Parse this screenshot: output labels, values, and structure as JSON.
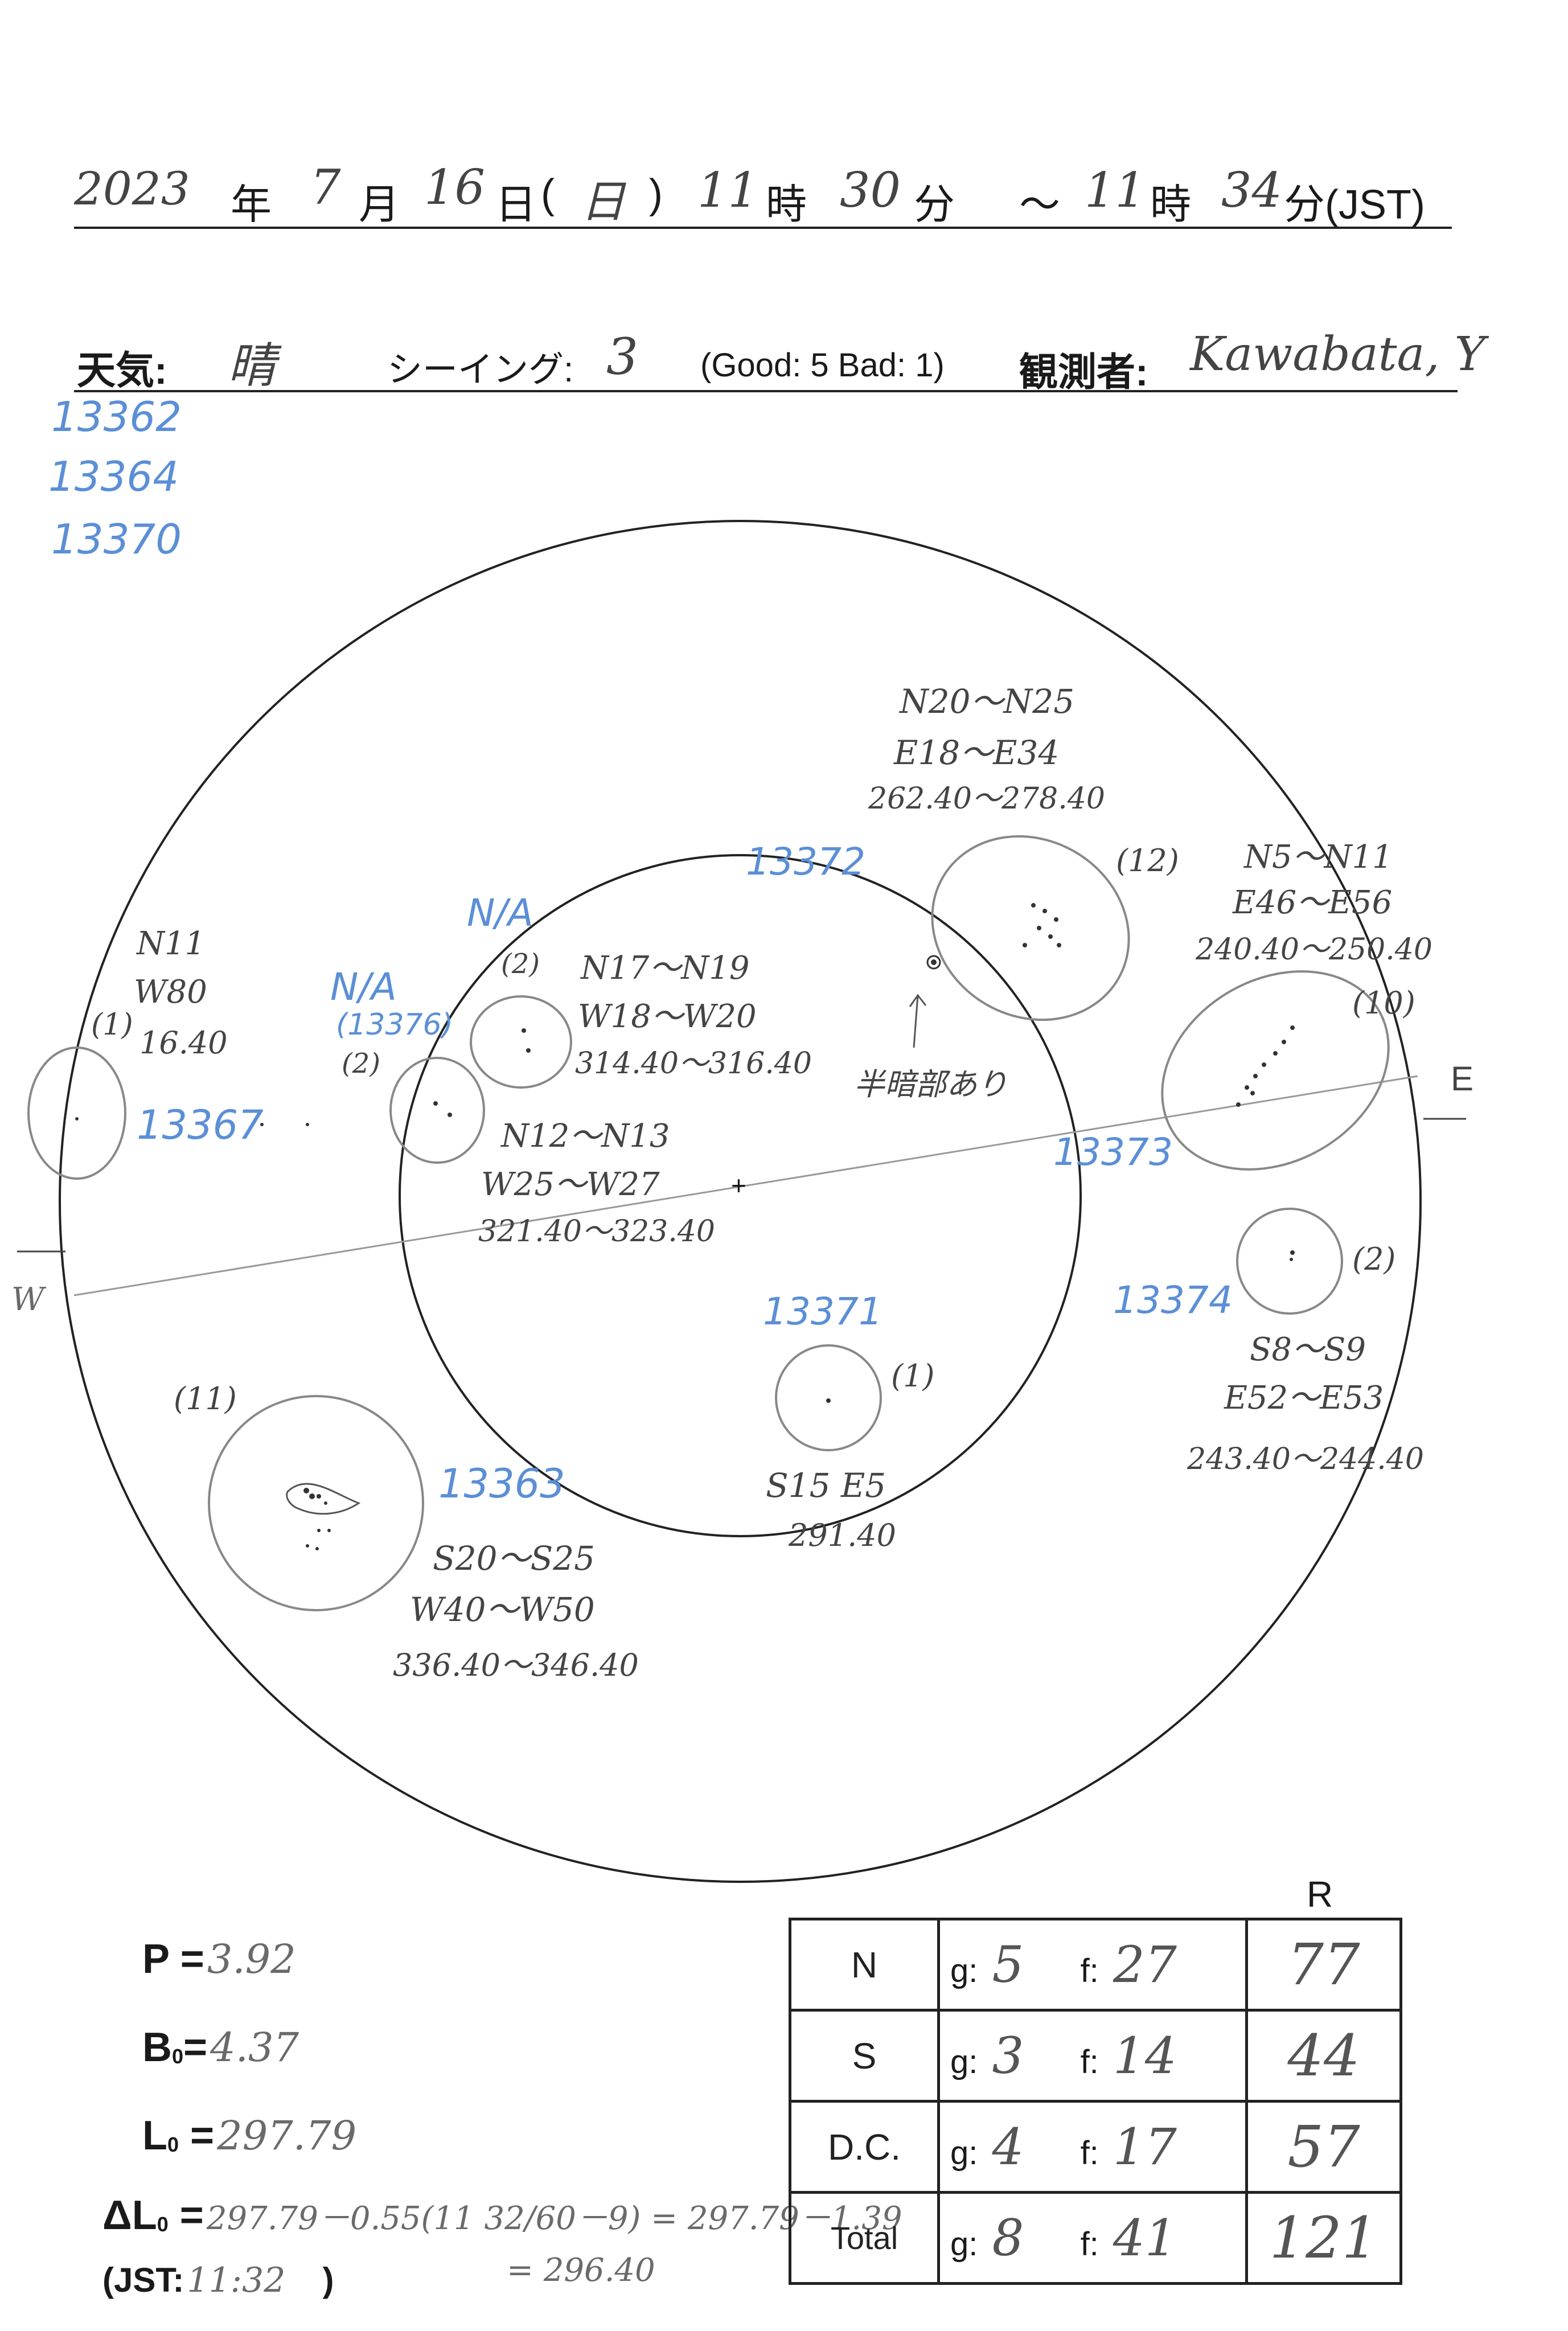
{
  "header": {
    "year": "2023",
    "year_unit": "年",
    "month": "7",
    "month_unit": "月",
    "day": "16",
    "day_unit": "日",
    "weekday_open": "(",
    "weekday": "日",
    "weekday_close": ")",
    "start_hour": "11",
    "hour_unit": "時",
    "start_min": "30",
    "min_unit": "分",
    "tilde": "～",
    "end_hour": "11",
    "end_hour_unit": "時",
    "end_min": "34",
    "end_min_unit": "分(JST)"
  },
  "conditions": {
    "weather_label": "天気:",
    "weather_value": "晴",
    "seeing_label": "シーイング:",
    "seeing_value": "3",
    "seeing_scale": "(Good: 5  Bad: 1)",
    "observer_label": "観測者:",
    "observer_value": "Kawabata, Y"
  },
  "side_regions": [
    "13362",
    "13364",
    "13370"
  ],
  "disk": {
    "w_label": "W",
    "e_label": "E",
    "center_mark": "+",
    "groups": [
      {
        "id": "g13372",
        "noaa": "13372",
        "count": "(12)",
        "lat": "N20～N25",
        "lon": "E18～E34",
        "carr": "262.40～278.40",
        "note": "半暗部あり"
      },
      {
        "id": "g13373",
        "noaa": "13373",
        "count": "(10)",
        "lat": "N5～N11",
        "lon": "E46～E56",
        "carr": "240.40～250.40"
      },
      {
        "id": "g13374",
        "noaa": "13374",
        "count": "(2)",
        "lat": "S8～S9",
        "lon": "E52～E53",
        "carr": "243.40～244.40"
      },
      {
        "id": "g13371",
        "noaa": "13371",
        "count": "(1)",
        "pos": "S15 E5",
        "carr": "291.40"
      },
      {
        "id": "g13363",
        "noaa": "13363",
        "count": "(11)",
        "lat": "S20～S25",
        "lon": "W40～W50",
        "carr": "336.40～346.40"
      },
      {
        "id": "g13367",
        "noaa": "13367",
        "count": "(1)",
        "lat": "N11",
        "lon": "W80",
        "carr": "16.40"
      },
      {
        "id": "gna1",
        "noaa": "N/A",
        "count": "(2)",
        "lat": "N17～N19",
        "lon": "W18～W20",
        "carr": "314.40～316.40"
      },
      {
        "id": "gna2",
        "noaa": "N/A",
        "noaa_sub": "(13376)",
        "count": "(2)",
        "lat": "N12～N13",
        "lon": "W25～W27",
        "carr": "321.40～323.40"
      }
    ]
  },
  "params": {
    "p_label": "P =",
    "p_value": "3.92",
    "b_label": "B",
    "b_sub": "0",
    "b_eq": "=",
    "b_value": "4.37",
    "l_label": "L",
    "l_sub": "0",
    "l_eq": " =",
    "l_value": "297.79",
    "dl_label": "ΔL",
    "dl_sub": "0",
    "dl_eq": " =",
    "dl_formula": "297.79－0.55(11 32/60－9) = 297.79－1.39",
    "dl_result": "= 296.40",
    "jst_label": "(JST:",
    "jst_value": "11:32",
    "jst_close": ")"
  },
  "summary": {
    "r_header": "R",
    "rows": [
      {
        "label": "N",
        "g_key": "g:",
        "g": "5",
        "f_key": "f:",
        "f": "27",
        "r": "77"
      },
      {
        "label": "S",
        "g_key": "g:",
        "g": "3",
        "f_key": "f:",
        "f": "14",
        "r": "44"
      },
      {
        "label": "D.C.",
        "g_key": "g:",
        "g": "4",
        "f_key": "f:",
        "f": "17",
        "r": "57"
      },
      {
        "label": "Total",
        "g_key": "g:",
        "g": "8",
        "f_key": "f:",
        "f": "41",
        "r": "121"
      }
    ]
  }
}
